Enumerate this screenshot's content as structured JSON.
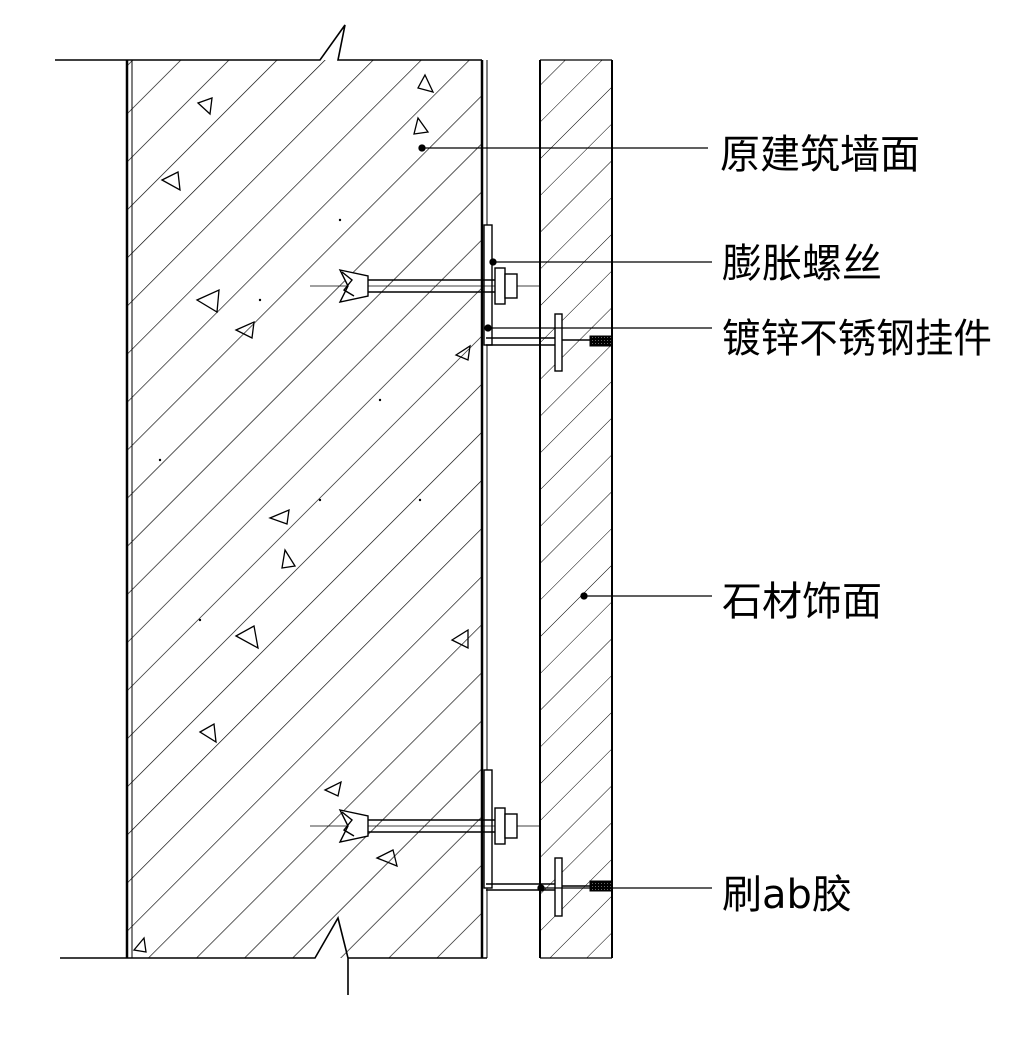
{
  "labels": {
    "original_wall": "原建筑墙面",
    "expansion_bolt": "膨胀螺丝",
    "galvanized_hanger": "镀锌不锈钢挂件",
    "stone_finish": "石材饰面",
    "ab_glue": "刷ab胶"
  },
  "colors": {
    "line": "#000000",
    "background": "#ffffff"
  }
}
